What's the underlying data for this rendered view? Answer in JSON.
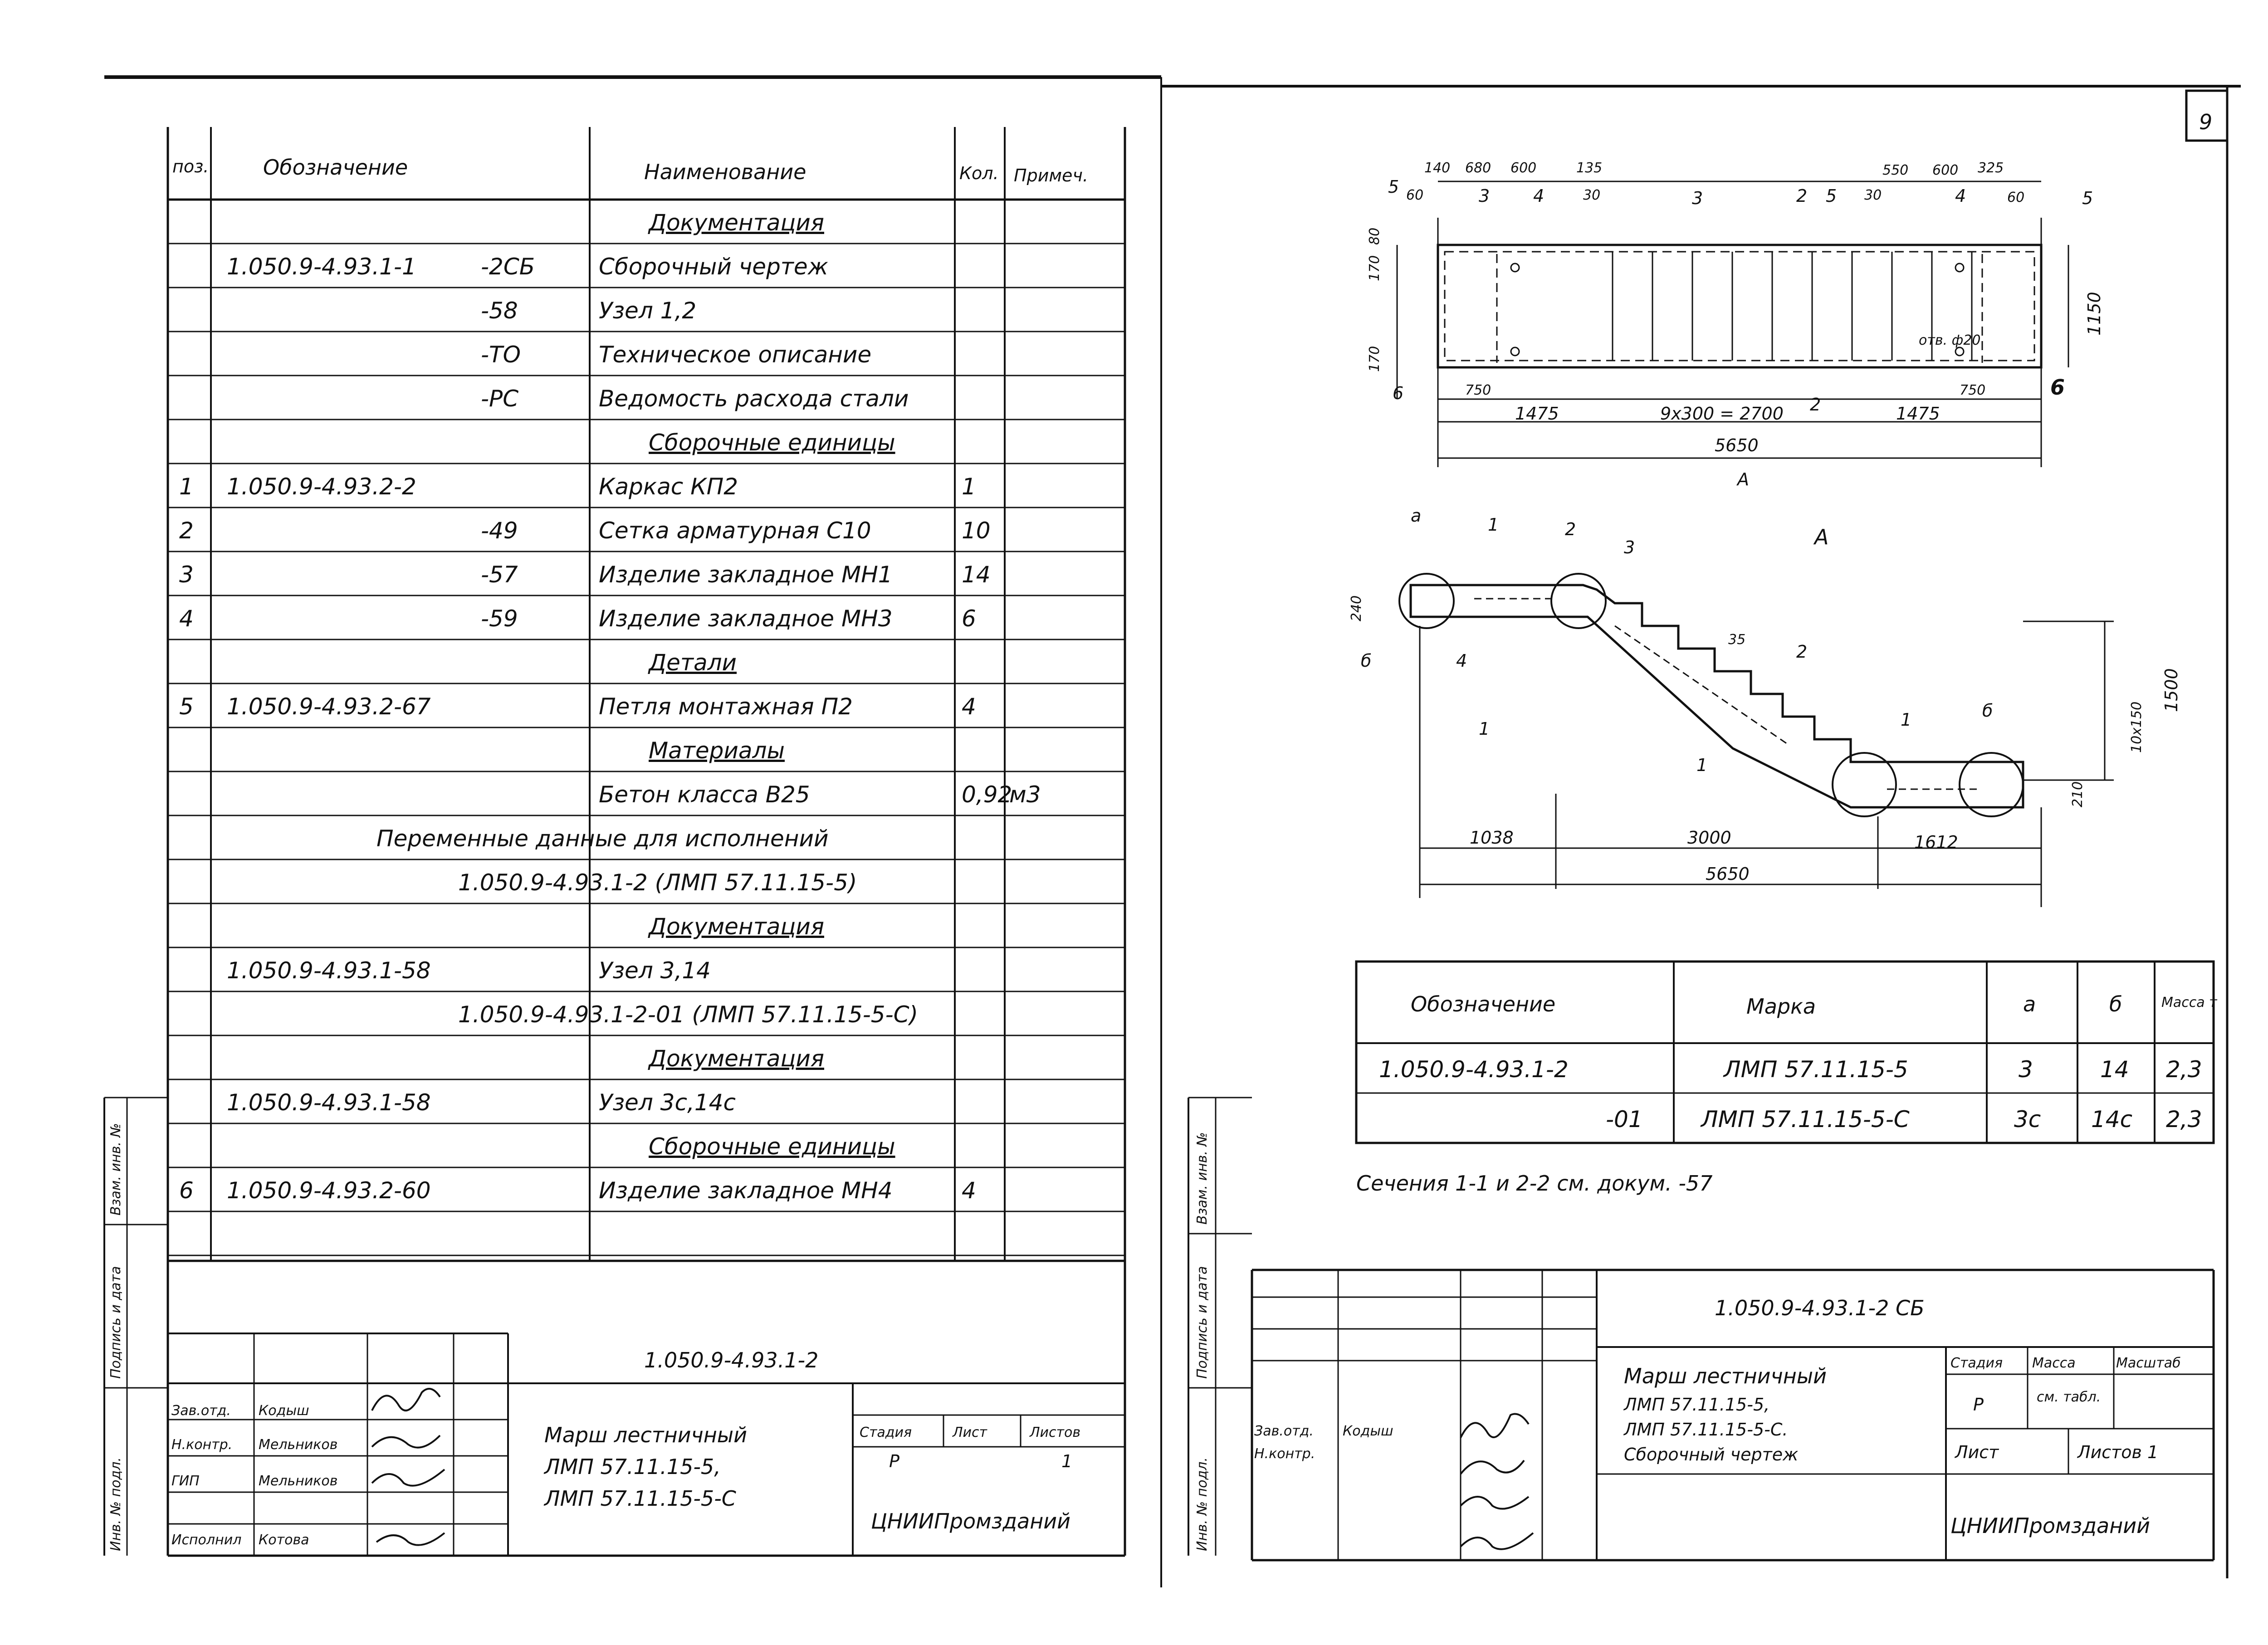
{
  "sheet_number": "9",
  "spec": {
    "headers": {
      "pos": "поз.",
      "designation": "Обозначение",
      "name": "Наименование",
      "qty": "Кол.",
      "note": "Примеч."
    },
    "rows": [
      {
        "pos": "",
        "des": "",
        "name": "Документация",
        "qty": "",
        "note": "",
        "sec": true
      },
      {
        "pos": "",
        "des": "1.050.9-4.93.1-1",
        "suf": "-2СБ",
        "name": "Сборочный чертеж",
        "qty": "",
        "note": ""
      },
      {
        "pos": "",
        "des": "",
        "suf": "-58",
        "name": "Узел 1,2",
        "qty": "",
        "note": ""
      },
      {
        "pos": "",
        "des": "",
        "suf": "-ТО",
        "name": "Техническое описание",
        "qty": "",
        "note": ""
      },
      {
        "pos": "",
        "des": "",
        "suf": "-РС",
        "name": "Ведомость расхода стали",
        "qty": "",
        "note": ""
      },
      {
        "pos": "",
        "des": "",
        "name": "Сборочные единицы",
        "qty": "",
        "note": "",
        "sec": true
      },
      {
        "pos": "1",
        "des": "1.050.9-4.93.2-2",
        "name": "Каркас КП2",
        "qty": "1",
        "note": ""
      },
      {
        "pos": "2",
        "des": "",
        "suf": "-49",
        "name": "Сетка арматурная С10",
        "qty": "10",
        "note": ""
      },
      {
        "pos": "3",
        "des": "",
        "suf": "-57",
        "name": "Изделие закладное МН1",
        "qty": "14",
        "note": ""
      },
      {
        "pos": "4",
        "des": "",
        "suf": "-59",
        "name": "Изделие закладное МН3",
        "qty": "6",
        "note": ""
      },
      {
        "pos": "",
        "des": "",
        "name": "Детали",
        "qty": "",
        "note": "",
        "sec": true
      },
      {
        "pos": "5",
        "des": "1.050.9-4.93.2-67",
        "name": "Петля монтажная П2",
        "qty": "4",
        "note": ""
      },
      {
        "pos": "",
        "des": "",
        "name": "Материалы",
        "qty": "",
        "note": "",
        "sec": true
      },
      {
        "pos": "",
        "des": "",
        "name": "Бетон класса В25",
        "qty": "0,92",
        "note": "м3"
      },
      {
        "pos": "",
        "span": "Переменные данные для исполнений"
      },
      {
        "pos": "",
        "span2": "1.050.9-4.93.1-2 (ЛМП 57.11.15-5)"
      },
      {
        "pos": "",
        "des": "",
        "name": "Документация",
        "qty": "",
        "note": "",
        "sec": true
      },
      {
        "pos": "",
        "des": "1.050.9-4.93.1-58",
        "name": "Узел 3,14",
        "qty": "",
        "note": ""
      },
      {
        "pos": "",
        "span2": "1.050.9-4.93.1-2-01 (ЛМП 57.11.15-5-С)"
      },
      {
        "pos": "",
        "des": "",
        "name": "Документация",
        "qty": "",
        "note": "",
        "sec": true
      },
      {
        "pos": "",
        "des": "1.050.9-4.93.1-58",
        "name": "Узел 3с,14с",
        "qty": "",
        "note": ""
      },
      {
        "pos": "",
        "des": "",
        "name": "Сборочные единицы",
        "qty": "",
        "note": "",
        "sec": true
      },
      {
        "pos": "6",
        "des": "1.050.9-4.93.2-60",
        "name": "Изделие закладное МН4",
        "qty": "4",
        "note": ""
      },
      {
        "pos": "",
        "des": "",
        "name": "",
        "qty": "",
        "note": ""
      }
    ]
  },
  "left_stamp": {
    "code": "1.050.9-4.93.1-2",
    "title_line1": "Марш лестничный",
    "title_line2": "ЛМП 57.11.15-5,",
    "title_line3": "ЛМП 57.11.15-5-С",
    "stage_label": "Стадия",
    "sheet_label": "Лист",
    "sheets_label": "Листов",
    "stage": "Р",
    "sheets": "1",
    "org": "ЦНИИПромзданий",
    "roles": [
      {
        "role": "Зав.отд.",
        "name": "Кодыш"
      },
      {
        "role": "Н.контр.",
        "name": "Мельников"
      },
      {
        "role": "ГИП",
        "name": "Мельников"
      },
      {
        "role": "Исполнил",
        "name": "Котова"
      }
    ],
    "side_labels": [
      "Взам. инв. №",
      "Подпись и дата",
      "Инв. № подл."
    ]
  },
  "plan": {
    "dims_top": [
      "140",
      "680",
      "600",
      "135",
      "550",
      "600",
      "325"
    ],
    "dims_sub": [
      "60",
      "30",
      "30",
      "60"
    ],
    "marks": [
      "5",
      "3",
      "4",
      "3",
      "2",
      "5",
      "4",
      "5",
      "6",
      "6"
    ],
    "left_vert": [
      "170",
      "80",
      "170"
    ],
    "inner": [
      "750",
      "750",
      "отв. ф20"
    ],
    "bottom": [
      "1475",
      "9х300 = 2700",
      "1475"
    ],
    "total": "5650",
    "height": "1150",
    "view_mark": "А",
    "sec2": "2"
  },
  "section": {
    "title": "А",
    "labels": [
      "а",
      "1",
      "2",
      "3",
      "б",
      "4",
      "1",
      "35",
      "2",
      "1",
      "б",
      "1"
    ],
    "dims": [
      "240",
      "210",
      "10х150",
      "1500",
      "1038",
      "3000",
      "1612",
      "5650"
    ]
  },
  "variants": {
    "headers": [
      "Обозначение",
      "Марка",
      "а",
      "б",
      "Масса т"
    ],
    "rows": [
      [
        "1.050.9-4.93.1-2",
        "ЛМП 57.11.15-5",
        "3",
        "14",
        "2,3"
      ],
      [
        "-01",
        "ЛМП 57.11.15-5-С",
        "3с",
        "14с",
        "2,3"
      ]
    ],
    "note": "Сечения 1-1 и 2-2 см. докум. -57"
  },
  "right_stamp": {
    "code": "1.050.9-4.93.1-2 СБ",
    "title_line1": "Марш лестничный",
    "title_line2": "ЛМП 57.11.15-5,",
    "title_line3": "ЛМП 57.11.15-5-С.",
    "title_line4": "Сборочный чертеж",
    "stage_label": "Стадия",
    "mass_label": "Масса",
    "scale_label": "Масштаб",
    "stage": "Р",
    "mass": "см. табл.",
    "sheet_label": "Лист",
    "sheets_label": "Листов 1",
    "org": "ЦНИИПромзданий",
    "roles": [
      "Зав.отд.",
      "Н.контр."
    ],
    "role_name": "Кодыш",
    "side_labels": [
      "Взам. инв. №",
      "Подпись и дата",
      "Инв. № подл."
    ]
  }
}
